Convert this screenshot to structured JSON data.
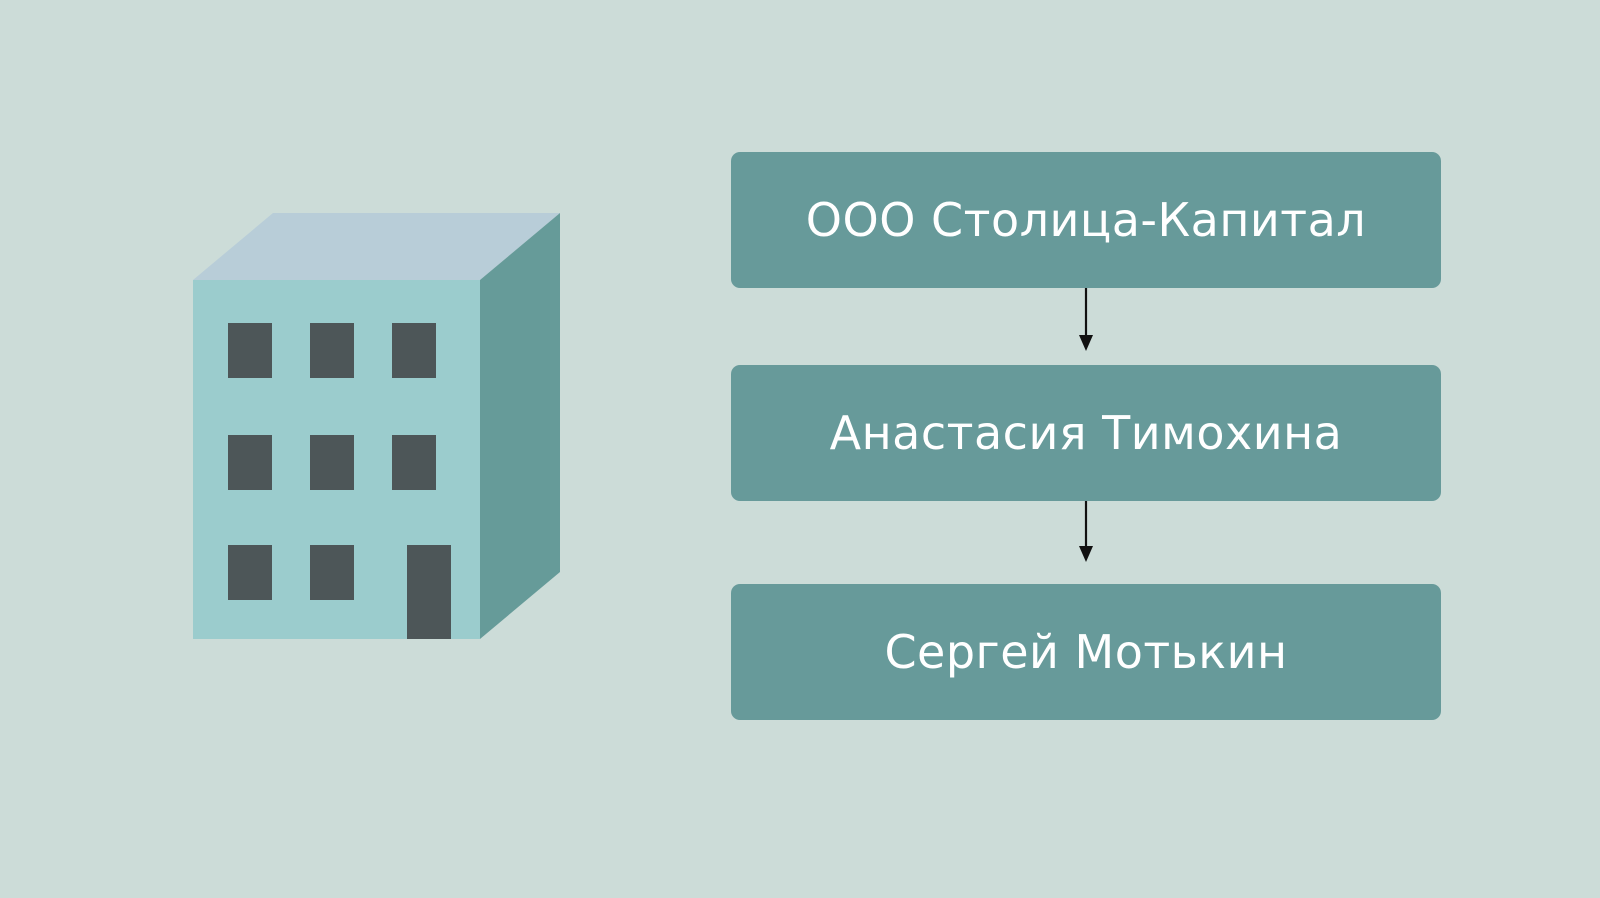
{
  "colors": {
    "background": "#ccdcd8",
    "box_fill": "#679a9a",
    "box_text": "#ffffff",
    "building_front": "#9bcccd",
    "building_roof": "#b8cdd8",
    "building_side": "#669b99",
    "window": "#4d5658",
    "arrow": "#111111"
  },
  "building": {
    "icon": "apartment-building-icon",
    "window_rows": 3,
    "windows_per_row": 3,
    "door": true
  },
  "ownership_chain": [
    {
      "label": "ООО Столица-Капитал"
    },
    {
      "label": "Анастасия Тимохина"
    },
    {
      "label": "Сергей Мотькин"
    }
  ],
  "connectors": [
    {
      "from": 0,
      "to": 1,
      "icon": "down-arrow-icon"
    },
    {
      "from": 1,
      "to": 2,
      "icon": "down-arrow-icon"
    }
  ]
}
